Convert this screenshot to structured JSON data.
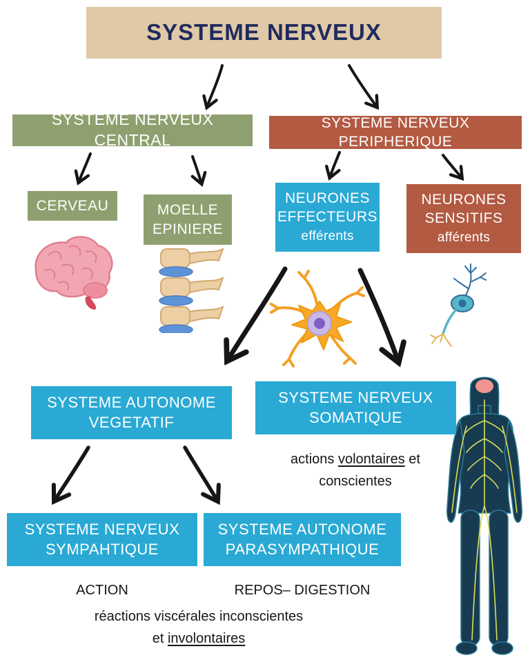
{
  "title": "SYSTEME NERVEUX",
  "boxes": {
    "central": "SYSTEME NERVEUX CENTRAL",
    "peripherique": "SYSTEME NERVEUX PERIPHERIQUE",
    "cerveau": "CERVEAU",
    "moelle": [
      "MOELLE",
      "EPINIERE"
    ],
    "effecteurs": [
      "NEURONES",
      "EFFECTEURS",
      "efférents"
    ],
    "sensitifs": [
      "NEURONES",
      "SENSITIFS",
      "afférents"
    ],
    "vegetatif": [
      "SYSTEME AUTONOME",
      "VEGETATIF"
    ],
    "somatique": [
      "SYSTEME NERVEUX",
      "SOMATIQUE"
    ],
    "sympathique": [
      "SYSTEME NERVEUX",
      "SYMPAHTIQUE"
    ],
    "parasympathique": [
      "SYSTEME AUTONOME",
      "PARASYMPATHIQUE"
    ]
  },
  "notes": {
    "somatique_pre": "actions ",
    "somatique_underline": "volontaires",
    "somatique_post": " et",
    "somatique_line2": "conscientes",
    "action": "ACTION",
    "repos": "REPOS– DIGESTION",
    "bottom_line1": "réactions viscérales inconscientes",
    "bottom_pre": "et ",
    "bottom_underline": "involontaires"
  },
  "icons": {
    "brain": "brain-icon",
    "spine": "spinal-cord-icon",
    "motor_neuron": "motor-neuron-icon",
    "sensory_neuron": "sensory-neuron-icon",
    "body": "human-nervous-system-icon"
  },
  "colors": {
    "title_bg": "#dfc9a6",
    "title_text": "#1f2a5e",
    "green": "#8ea06f",
    "brick": "#b35a42",
    "blue": "#29a9d4",
    "text": "#161616",
    "background": "#ffffff"
  },
  "edges": [
    {
      "from": "SYSTEME NERVEUX",
      "to": "SYSTEME NERVEUX CENTRAL"
    },
    {
      "from": "SYSTEME NERVEUX",
      "to": "SYSTEME NERVEUX PERIPHERIQUE"
    },
    {
      "from": "SYSTEME NERVEUX CENTRAL",
      "to": "CERVEAU"
    },
    {
      "from": "SYSTEME NERVEUX CENTRAL",
      "to": "MOELLE EPINIERE"
    },
    {
      "from": "SYSTEME NERVEUX PERIPHERIQUE",
      "to": "NEURONES EFFECTEURS"
    },
    {
      "from": "SYSTEME NERVEUX PERIPHERIQUE",
      "to": "NEURONES SENSITIFS"
    },
    {
      "from": "NEURONES EFFECTEURS",
      "to": "SYSTEME AUTONOME VEGETATIF"
    },
    {
      "from": "NEURONES EFFECTEURS",
      "to": "SYSTEME NERVEUX SOMATIQUE"
    },
    {
      "from": "SYSTEME AUTONOME VEGETATIF",
      "to": "SYSTEME NERVEUX SYMPAHTIQUE"
    },
    {
      "from": "SYSTEME AUTONOME VEGETATIF",
      "to": "SYSTEME AUTONOME PARASYMPATHIQUE"
    }
  ]
}
